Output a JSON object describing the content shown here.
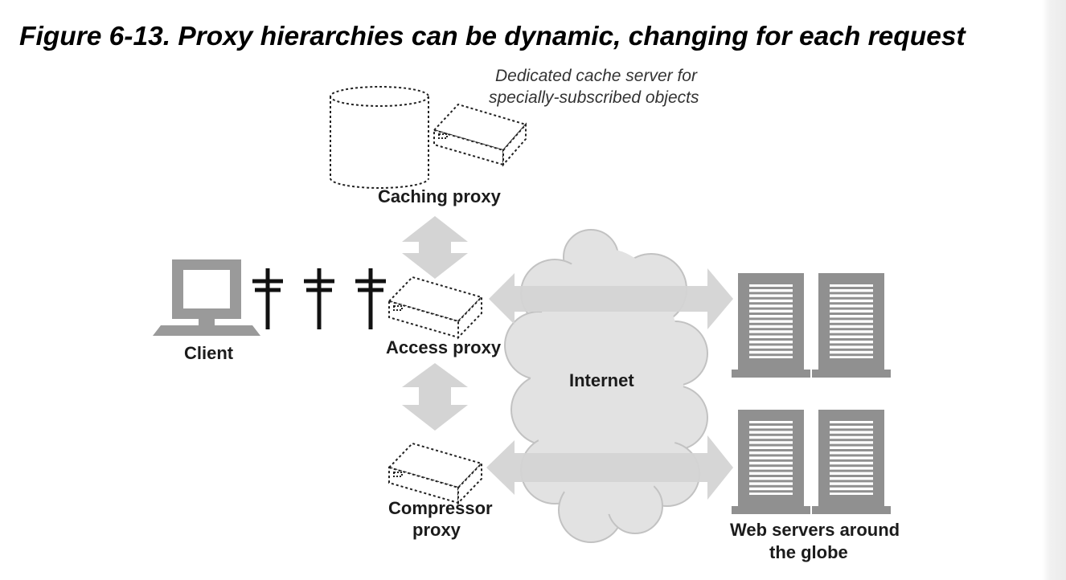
{
  "figure": {
    "title": "Figure 6-13. Proxy hierarchies can be dynamic, changing for each request"
  },
  "labels": {
    "cache_note_line1": "Dedicated cache server for",
    "cache_note_line2": "specially-subscribed objects",
    "caching_proxy": "Caching proxy",
    "client": "Client",
    "access_proxy": "Access proxy",
    "internet": "Internet",
    "compressor_proxy_line1": "Compressor",
    "compressor_proxy_line2": "proxy",
    "web_servers_line1": "Web servers around",
    "web_servers_line2": "the globe"
  },
  "colors": {
    "arrow": "#d4d4d4",
    "cloud": "#e2e2e2",
    "server": "#909090",
    "client": "#9a9a9a",
    "outline": "#222222"
  }
}
